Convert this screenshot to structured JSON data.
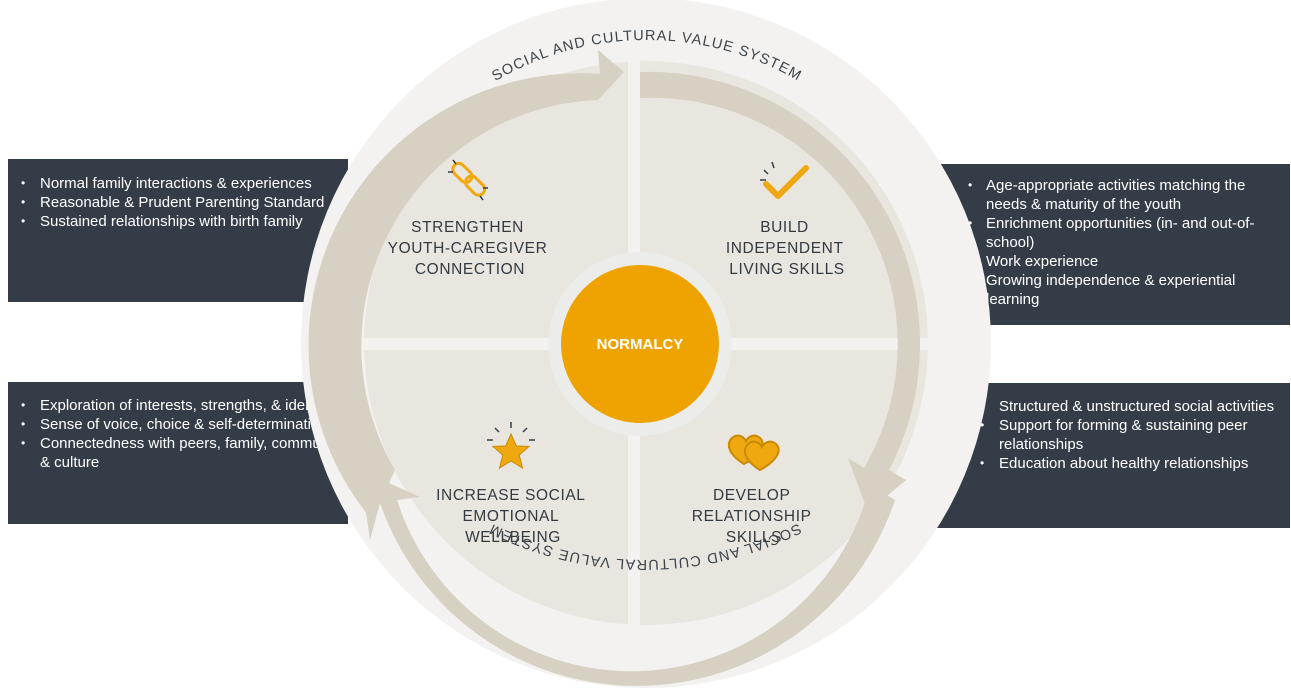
{
  "center": {
    "label": "NORMALCY"
  },
  "ring_label": "SOCIAL AND CULTURAL VALUE SYSTEM",
  "quadrants": {
    "top_left": {
      "lines": [
        "STRENGTHEN",
        "YOUTH-CAREGIVER",
        "CONNECTION"
      ],
      "icon": "chain-link-icon"
    },
    "top_right": {
      "lines": [
        "BUILD",
        "INDEPENDENT",
        "LIVING SKILLS"
      ],
      "icon": "checkmark-icon"
    },
    "bottom_left": {
      "lines": [
        "INCREASE SOCIAL",
        "EMOTIONAL",
        "WELLBEING"
      ],
      "icon": "star-icon"
    },
    "bottom_right": {
      "lines": [
        "DEVELOP",
        "RELATIONSHIP",
        "SKILLS"
      ],
      "icon": "hearts-icon"
    }
  },
  "panels": {
    "top_left": [
      "Normal family interactions & experiences",
      "Reasonable & Prudent Parenting Standard",
      "Sustained relationships with birth family"
    ],
    "bottom_left": [
      "Exploration of interests, strengths, & identity",
      "Sense of voice, choice & self-determination",
      "Connectedness with peers, family, community & culture"
    ],
    "top_right": [
      "Age-appropriate activities matching the needs & maturity of the youth",
      "Enrichment opportunities (in- and out-of-school)",
      "Work experience",
      "Growing independence & experiential learning"
    ],
    "bottom_right": [
      "Structured & unstructured social activities",
      "Support for forming & sustaining peer relationships",
      "Education about healthy relationships"
    ]
  },
  "colors": {
    "panel": "#343d47",
    "center": "#eea300",
    "icon": "#f0a810",
    "arrow": "#d6d1c2",
    "quadrant": "#e9e5df",
    "outer_disc": "#f3f2f0"
  }
}
